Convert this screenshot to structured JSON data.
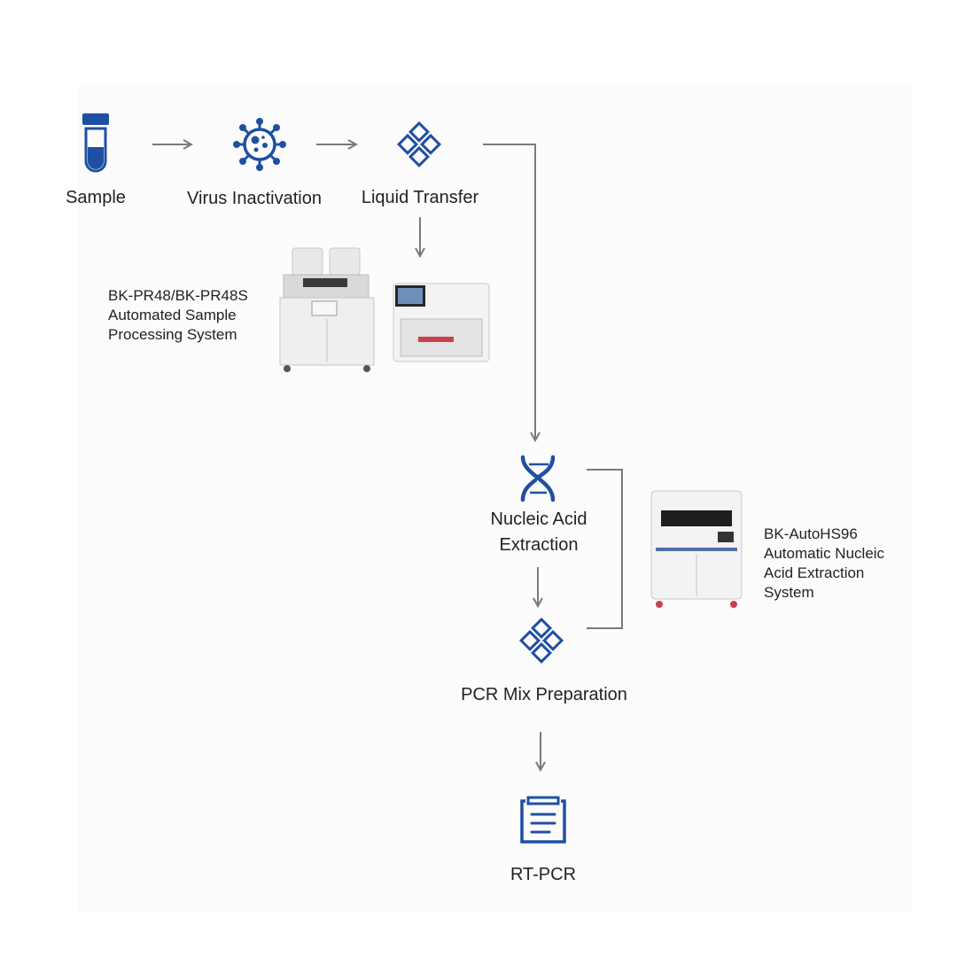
{
  "steps": {
    "sample": "Sample",
    "virus_inactivation": "Virus Inactivation",
    "liquid_transfer": "Liquid Transfer",
    "nucleic_acid_extraction": "Nucleic Acid\nExtraction",
    "pcr_mix_preparation": "PCR Mix Preparation",
    "rt_pcr": "RT-PCR"
  },
  "devices": {
    "processing_system": "BK-PR48/BK-PR48S\nAutomated Sample\nProcessing System",
    "extraction_system": "BK-AutoHS96\nAutomatic Nucleic\nAcid Extraction\nSystem"
  },
  "icons": {
    "sample": "test-tube-icon",
    "virus_inactivation": "virus-icon",
    "liquid_transfer": "diamond-grid-icon",
    "nucleic_acid_extraction": "dna-icon",
    "pcr_mix_preparation": "diamond-grid-icon",
    "rt_pcr": "clipboard-icon"
  },
  "colors": {
    "icon_blue": "#1f4fa3",
    "arrow_gray": "#7a7a7a"
  }
}
